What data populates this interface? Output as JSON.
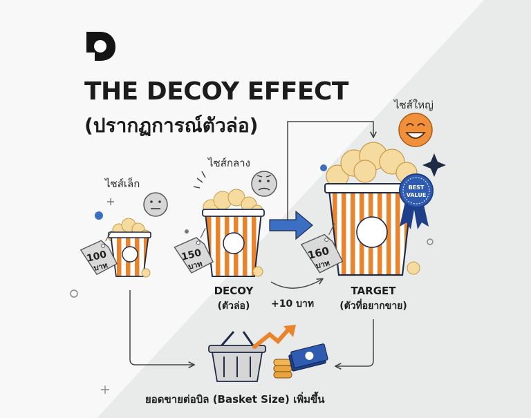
{
  "title": "THE DECOY EFFECT",
  "subtitle": "(ปรากฏการณ์ตัวล่อ)",
  "sizes": {
    "small": {
      "label": "ไซส์เล็ก",
      "price": "100",
      "currency": "บาท"
    },
    "medium": {
      "label": "ไซส์กลาง",
      "price": "150",
      "currency": "บาท",
      "role": "DECOY",
      "role_th": "(ตัวล่อ)"
    },
    "large": {
      "label": "ไซส์ใหญ่",
      "price": "160",
      "currency": "บาท",
      "role": "TARGET",
      "role_th": "(ตัวที่อยากขาย)",
      "badge_line1": "BEST",
      "badge_line2": "VALUE"
    }
  },
  "price_diff": "+10 บาท",
  "result": "ยอดขายต่อบิล (Basket Size) เพิ่มขึ้น",
  "colors": {
    "orange": "#e9832c",
    "navy": "#1f2a44",
    "blue": "#3b6fc4",
    "face": "#d6d6d6",
    "happy": "#f0903a"
  }
}
